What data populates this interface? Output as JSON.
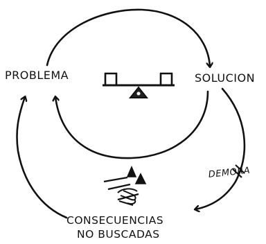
{
  "nodes": {
    "problem": "PROBLEMA",
    "solution": "SOLUCION",
    "consequences_line1": "CONSECUENCIAS",
    "consequences_line2": "NO BUSCADAS"
  },
  "delay_label": "DEMORA",
  "colors": {
    "ink": "#111111",
    "background": "#ffffff"
  },
  "icons": [
    "balance-scale-icon",
    "hand-with-hourglass-icon"
  ]
}
